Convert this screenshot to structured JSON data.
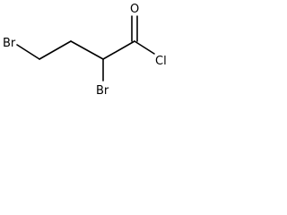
{
  "molecule": {
    "atoms": {
      "br_left": "Br",
      "br_bottom": "Br",
      "oxygen": "O",
      "chlorine": "Cl"
    }
  }
}
